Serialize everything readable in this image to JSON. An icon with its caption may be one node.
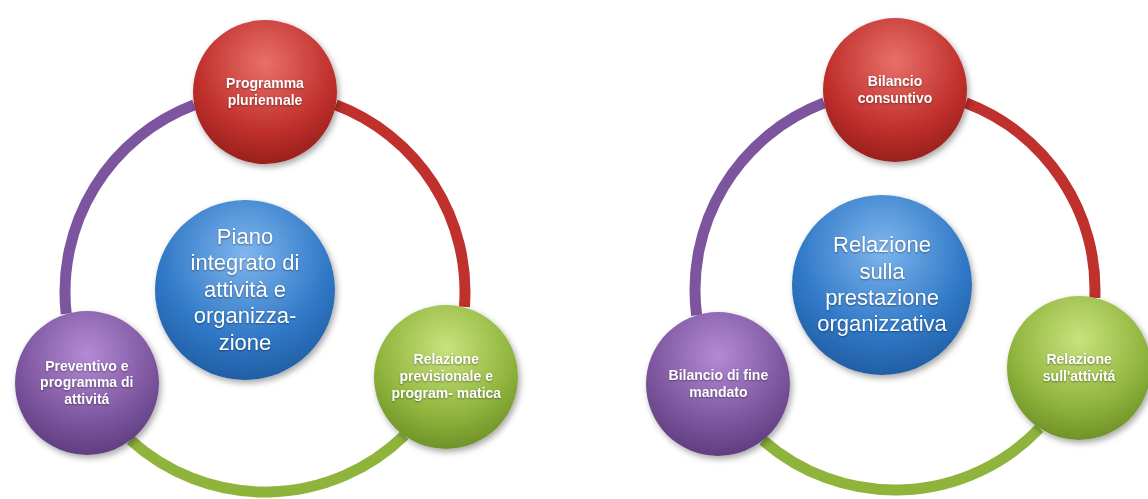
{
  "diagram": {
    "nodes": [
      {
        "text": [
          "Programma pluriennale"
        ]
      },
      {
        "text": [
          "Piano integrato di attività e organizza- zione"
        ]
      },
      {
        "text": [
          "Preventivo e programma di attivitá"
        ]
      },
      {
        "text": [
          "Relazione previsionale e program- matica"
        ]
      },
      {
        "text": [
          "Bilancio consuntivo"
        ]
      },
      {
        "text": [
          "Relazione sulla prestazione organizzativa"
        ]
      },
      {
        "text": [
          "Bilancio di fine mandato"
        ]
      },
      {
        "text": [
          "Relazione sull'attivitá"
        ]
      }
    ],
    "edges": [
      {
        "from": 0,
        "to": 3,
        "arrow": "none",
        "color": "#c0302c"
      },
      {
        "from": 3,
        "to": 2,
        "arrow": "none",
        "color": "#8fb43c"
      },
      {
        "from": 2,
        "to": 0,
        "arrow": "none",
        "color": "#7d559f"
      },
      {
        "from": 4,
        "to": 7,
        "arrow": "none",
        "color": "#c0302c"
      },
      {
        "from": 7,
        "to": 6,
        "arrow": "none",
        "color": "#8fb43c"
      },
      {
        "from": 6,
        "to": 4,
        "arrow": "none",
        "color": "#7d559f"
      }
    ]
  }
}
